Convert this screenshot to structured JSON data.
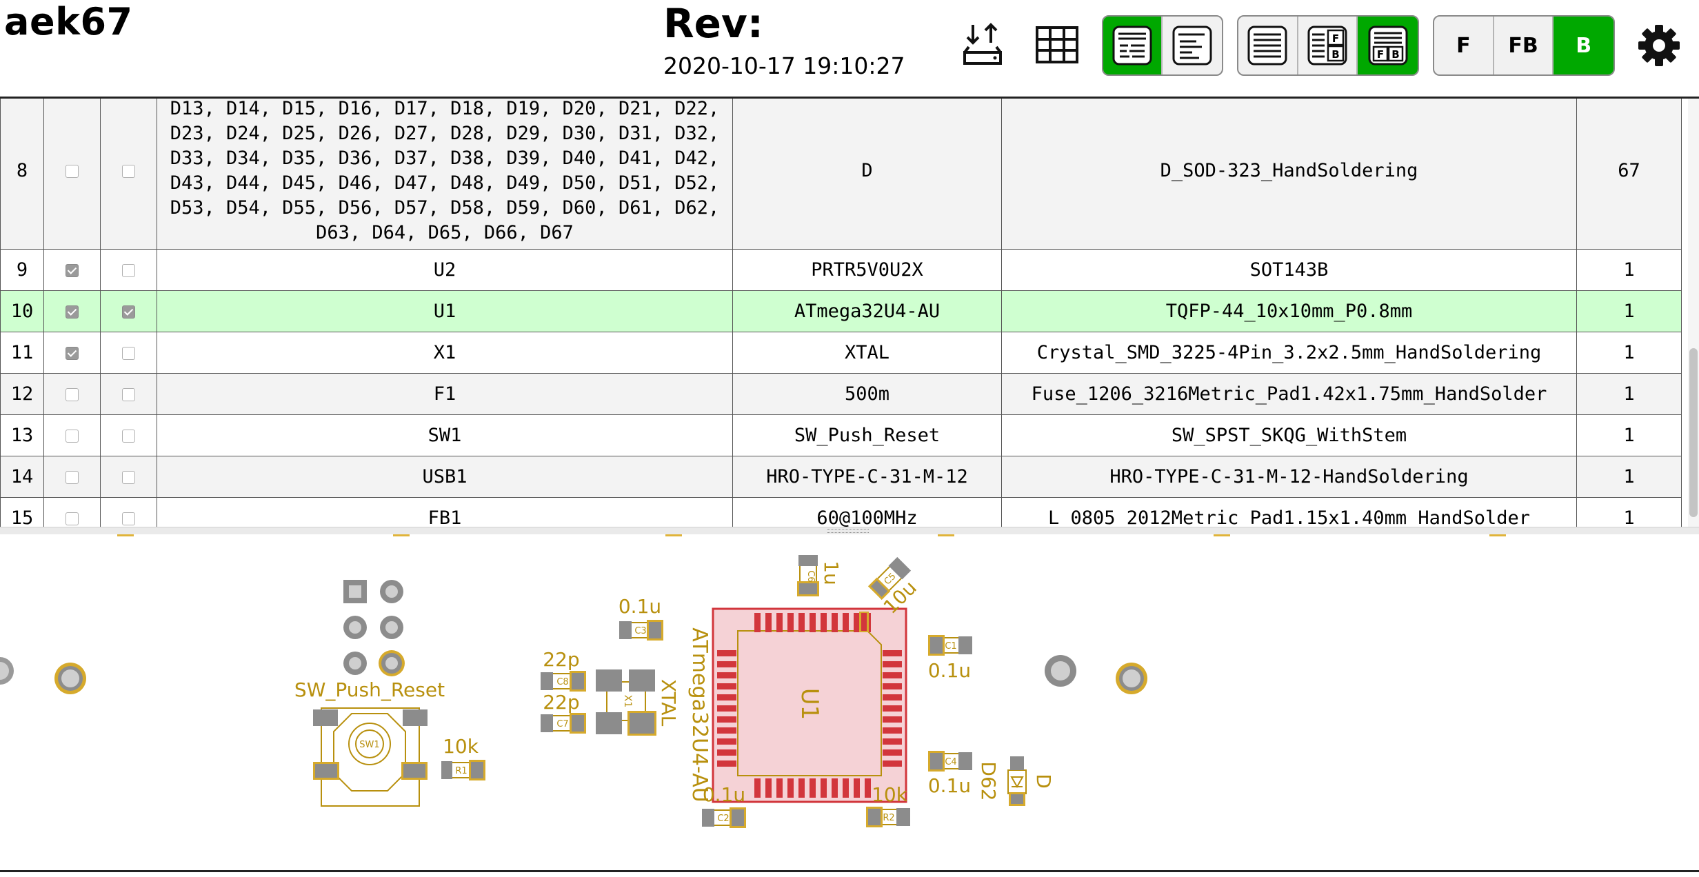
{
  "header": {
    "title": "aek67",
    "rev_label": "Rev:",
    "rev_date": "2020-10-17 19:10:27",
    "icons": {
      "load": "upload-download-icon",
      "grid": "grid-icon",
      "settings": "gear-icon"
    },
    "layer_buttons": [
      "F",
      "FB",
      "B"
    ],
    "active_layer": "B"
  },
  "bom": {
    "rows": [
      {
        "index": "8",
        "placed": false,
        "checked": false,
        "refs": [
          "D13, D14, D15, D16, D17, D18, D19, D20, D21, D22,",
          "D23, D24, D25, D26, D27, D28, D29, D30, D31, D32,",
          "D33, D34, D35, D36, D37, D38, D39, D40, D41, D42,",
          "D43, D44, D45, D46, D47, D48, D49, D50, D51, D52,",
          "D53, D54, D55, D56, D57, D58, D59, D60, D61, D62,",
          "D63, D64, D65, D66, D67"
        ],
        "value": "D",
        "footprint": "D_SOD-323_HandSoldering",
        "qty": "67"
      },
      {
        "index": "9",
        "placed": true,
        "checked": false,
        "refs": [
          "U2"
        ],
        "value": "PRTR5V0U2X",
        "footprint": "SOT143B",
        "qty": "1"
      },
      {
        "index": "10",
        "placed": true,
        "checked": true,
        "refs": [
          "U1"
        ],
        "value": "ATmega32U4-AU",
        "footprint": "TQFP-44_10x10mm_P0.8mm",
        "qty": "1"
      },
      {
        "index": "11",
        "placed": true,
        "checked": false,
        "refs": [
          "X1"
        ],
        "value": "XTAL",
        "footprint": "Crystal_SMD_3225-4Pin_3.2x2.5mm_HandSoldering",
        "qty": "1"
      },
      {
        "index": "12",
        "placed": false,
        "checked": false,
        "refs": [
          "F1"
        ],
        "value": "500m",
        "footprint": "Fuse_1206_3216Metric_Pad1.42x1.75mm_HandSolder",
        "qty": "1"
      },
      {
        "index": "13",
        "placed": false,
        "checked": false,
        "refs": [
          "SW1"
        ],
        "value": "SW_Push_Reset",
        "footprint": "SW_SPST_SKQG_WithStem",
        "qty": "1"
      },
      {
        "index": "14",
        "placed": false,
        "checked": false,
        "refs": [
          "USB1"
        ],
        "value": "HRO-TYPE-C-31-M-12",
        "footprint": "HRO-TYPE-C-31-M-12-HandSoldering",
        "qty": "1"
      },
      {
        "index": "15",
        "placed": false,
        "checked": false,
        "refs": [
          "FB1"
        ],
        "value": "60@100MHz",
        "footprint": "L_0805_2012Metric_Pad1.15x1.40mm_HandSolder",
        "qty": "1"
      }
    ]
  },
  "pcb": {
    "labels": {
      "sw_value": "SW_Push_Reset",
      "sw_ref": "SW1",
      "r1_value": "10k",
      "r1_ref": "R1",
      "c3_value": "0.1u",
      "c3_ref": "C3",
      "c8_value": "22p",
      "c8_ref": "C8",
      "c7_value": "22p",
      "c7_ref": "C7",
      "x1_value": "XTAL",
      "x1_ref": "X1",
      "u1_value": "ATmega32U4-AU",
      "u1_ref": "U1",
      "c6_value": "1u",
      "c6_ref": "C6",
      "c5_value": "10u",
      "c5_ref": "C5",
      "c1_value": "0.1u",
      "c1_ref": "C1",
      "c4_value": "0.1u",
      "c4_ref": "C4",
      "c2_value": "0.1u",
      "c2_ref": "C2",
      "r2_value": "10k",
      "r2_ref": "R2",
      "d62_ref": "D62",
      "d62_value": "D"
    },
    "colors": {
      "silk": "#b8900e",
      "pad": "#8c8c8c",
      "pad_highlight": "#d6aa2c",
      "ic_fill": "#f5d2d6",
      "ic_pad": "#d2363c"
    }
  }
}
